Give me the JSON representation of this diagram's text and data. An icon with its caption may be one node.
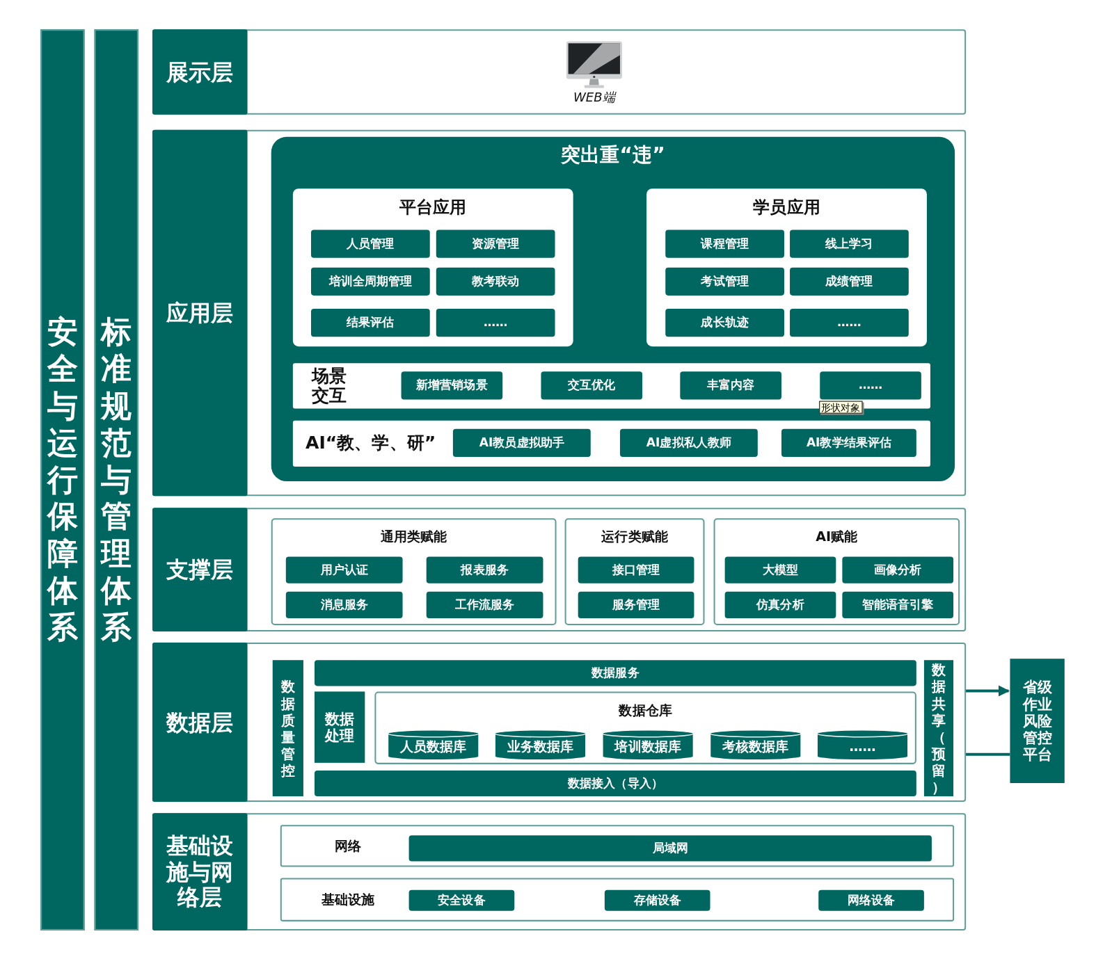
{
  "diagram": {
    "nodes": [
      {
        "text": [
          "安全与运行保障体系"
        ]
      },
      {
        "text": [
          "标准规范与管理体系"
        ]
      },
      {
        "text": [
          "展示层"
        ]
      },
      {
        "text": [
          "WEB端"
        ],
        "in": 2
      },
      {
        "text": [
          "应用层"
        ]
      },
      {
        "text": [
          "突出重“违”"
        ],
        "in": 4
      },
      {
        "text": [
          "平台应用"
        ],
        "in": 5
      },
      {
        "text": [
          "人员管理"
        ],
        "in": 6
      },
      {
        "text": [
          "资源管理"
        ],
        "in": 6
      },
      {
        "text": [
          "培训全周期管理"
        ],
        "in": 6
      },
      {
        "text": [
          "教考联动"
        ],
        "in": 6
      },
      {
        "text": [
          "结果评估"
        ],
        "in": 6
      },
      {
        "text": [
          "……"
        ],
        "in": 6
      },
      {
        "text": [
          "学员应用"
        ],
        "in": 5
      },
      {
        "text": [
          "课程管理"
        ],
        "in": 13
      },
      {
        "text": [
          "线上学习"
        ],
        "in": 13
      },
      {
        "text": [
          "考试管理"
        ],
        "in": 13
      },
      {
        "text": [
          "成绩管理"
        ],
        "in": 13
      },
      {
        "text": [
          "成长轨迹"
        ],
        "in": 13
      },
      {
        "text": [
          "……"
        ],
        "in": 13
      },
      {
        "text": [
          "场景交互"
        ],
        "in": 5
      },
      {
        "text": [
          "新增营销场景"
        ],
        "in": 20
      },
      {
        "text": [
          "交互优化"
        ],
        "in": 20
      },
      {
        "text": [
          "丰富内容"
        ],
        "in": 20
      },
      {
        "text": [
          "……"
        ],
        "in": 20
      },
      {
        "text": [
          "AI“教、学、研”"
        ],
        "in": 5
      },
      {
        "text": [
          "AI教员虚拟助手"
        ],
        "in": 25
      },
      {
        "text": [
          "AI虚拟私人教师"
        ],
        "in": 25
      },
      {
        "text": [
          "AI教学结果评估"
        ],
        "in": 25
      },
      {
        "text": [
          "支撑层"
        ]
      },
      {
        "text": [
          "通用类赋能"
        ],
        "in": 29
      },
      {
        "text": [
          "用户认证"
        ],
        "in": 30
      },
      {
        "text": [
          "报表服务"
        ],
        "in": 30
      },
      {
        "text": [
          "消息服务"
        ],
        "in": 30
      },
      {
        "text": [
          "工作流服务"
        ],
        "in": 30
      },
      {
        "text": [
          "运行类赋能"
        ],
        "in": 29
      },
      {
        "text": [
          "接口管理"
        ],
        "in": 35
      },
      {
        "text": [
          "服务管理"
        ],
        "in": 35
      },
      {
        "text": [
          "AI赋能"
        ],
        "in": 29
      },
      {
        "text": [
          "大模型"
        ],
        "in": 38
      },
      {
        "text": [
          "画像分析"
        ],
        "in": 38
      },
      {
        "text": [
          "仿真分析"
        ],
        "in": 38
      },
      {
        "text": [
          "智能语音引擎"
        ],
        "in": 38
      },
      {
        "text": [
          "数据层"
        ]
      },
      {
        "text": [
          "数据质量管控"
        ],
        "in": 43
      },
      {
        "text": [
          "数据服务"
        ],
        "in": 43
      },
      {
        "text": [
          "数据处理"
        ],
        "in": 43
      },
      {
        "text": [
          "数据仓库"
        ],
        "in": 43
      },
      {
        "text": [
          "人员数据库"
        ],
        "in": 47
      },
      {
        "text": [
          "业务数据库"
        ],
        "in": 47
      },
      {
        "text": [
          "培训数据库"
        ],
        "in": 47
      },
      {
        "text": [
          "考核数据库"
        ],
        "in": 47
      },
      {
        "text": [
          "……"
        ],
        "in": 47
      },
      {
        "text": [
          "数据接入（导入）"
        ],
        "in": 43
      },
      {
        "text": [
          "数据共享（预留）"
        ],
        "in": 43
      },
      {
        "text": [
          "省级作业风险管控平台"
        ]
      },
      {
        "text": [
          "基础设施与网络层"
        ]
      },
      {
        "text": [
          "网络"
        ],
        "in": 56
      },
      {
        "text": [
          "局域网"
        ],
        "in": 57
      },
      {
        "text": [
          "基础设施"
        ],
        "in": 56
      },
      {
        "text": [
          "安全设备"
        ],
        "in": 59
      },
      {
        "text": [
          "存储设备"
        ],
        "in": 59
      },
      {
        "text": [
          "网络设备"
        ],
        "in": 59
      }
    ],
    "edges": [
      {
        "from": 54,
        "to": 55,
        "arrow": "to"
      },
      {
        "from": 55,
        "to": 54,
        "arrow": "to"
      }
    ],
    "labels": [
      "形状对象"
    ]
  }
}
